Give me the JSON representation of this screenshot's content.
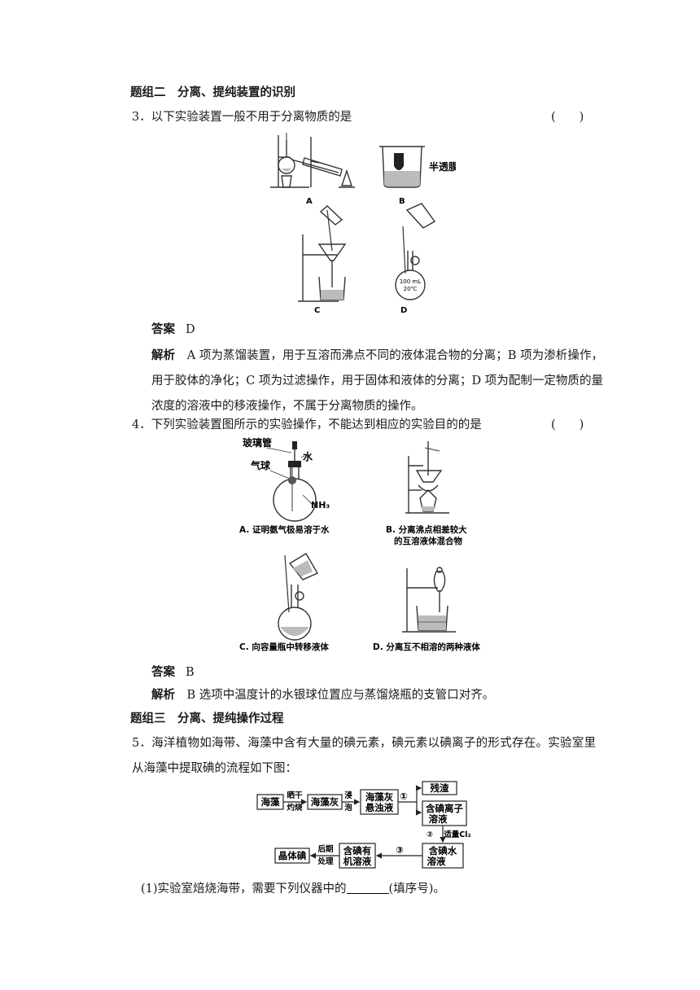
{
  "group2": {
    "title": "题组二　分离、提纯装置的识别"
  },
  "q3": {
    "stem": "3．以下实验装置一般不用于分离物质的是",
    "bracket": "(　　)",
    "labels": {
      "a": "A",
      "b": "B",
      "c": "C",
      "d": "D",
      "membrane": "半透膜",
      "flask_vol": "100 mL",
      "flask_temp": "20℃"
    },
    "answer_label": "答案",
    "answer_value": "D",
    "analysis_label": "解析",
    "analysis_text": "A 项为蒸馏装置，用于互溶而沸点不同的液体混合物的分离；B 项为渗析操作，用于胶体的净化；C 项为过滤操作，用于固体和液体的分离；D 项为配制一定物质的量浓度的溶液中的移液操作，不属于分离物质的操作。"
  },
  "q4": {
    "stem": "4．下列实验装置图所示的实验操作，不能达到相应的实验目的的是",
    "bracket": "(　　)",
    "labels": {
      "glass_tube": "玻璃管",
      "water": "水",
      "balloon": "气球",
      "nh3": "NH₃",
      "a": "A. 证明氨气极易溶于水",
      "b_line1": "B. 分离沸点相差较大",
      "b_line2": "的互溶液体混合物",
      "c": "C. 向容量瓶中转移液体",
      "d": "D. 分离互不相溶的两种液体"
    },
    "answer_label": "答案",
    "answer_value": "B",
    "analysis_label": "解析",
    "analysis_text": "B 选项中温度计的水银球位置应与蒸馏烧瓶的支管口对齐。"
  },
  "group3": {
    "title": "题组三　分离、提纯操作过程"
  },
  "q5": {
    "stem": "5．海洋植物如海带、海藻中含有大量的碘元素，碘元素以碘离子的形式存在。实验室里从海藻中提取碘的流程如下图：",
    "flow": {
      "seaweed": "海藻",
      "dry_1": "晒干",
      "dry_2": "灼烧",
      "ash": "海藻灰",
      "soak_1": "浸",
      "soak_2": "泡",
      "susp_1": "海藻灰",
      "susp_2": "悬浊液",
      "step1": "①",
      "residue": "残渣",
      "iodide_1": "含碘离子",
      "iodide_2": "溶液",
      "step2": "②",
      "cl2": "适量Cl₂",
      "aq_1": "含碘水",
      "aq_2": "溶液",
      "step3": "③",
      "org_1": "含碘有",
      "org_2": "机溶液",
      "post_1": "后期",
      "post_2": "处理",
      "crystal": "晶体碘"
    },
    "sub1_pre": "(1)实验室焙烧海带，需要下列仪器中的",
    "sub1_post": "(填序号)。"
  }
}
